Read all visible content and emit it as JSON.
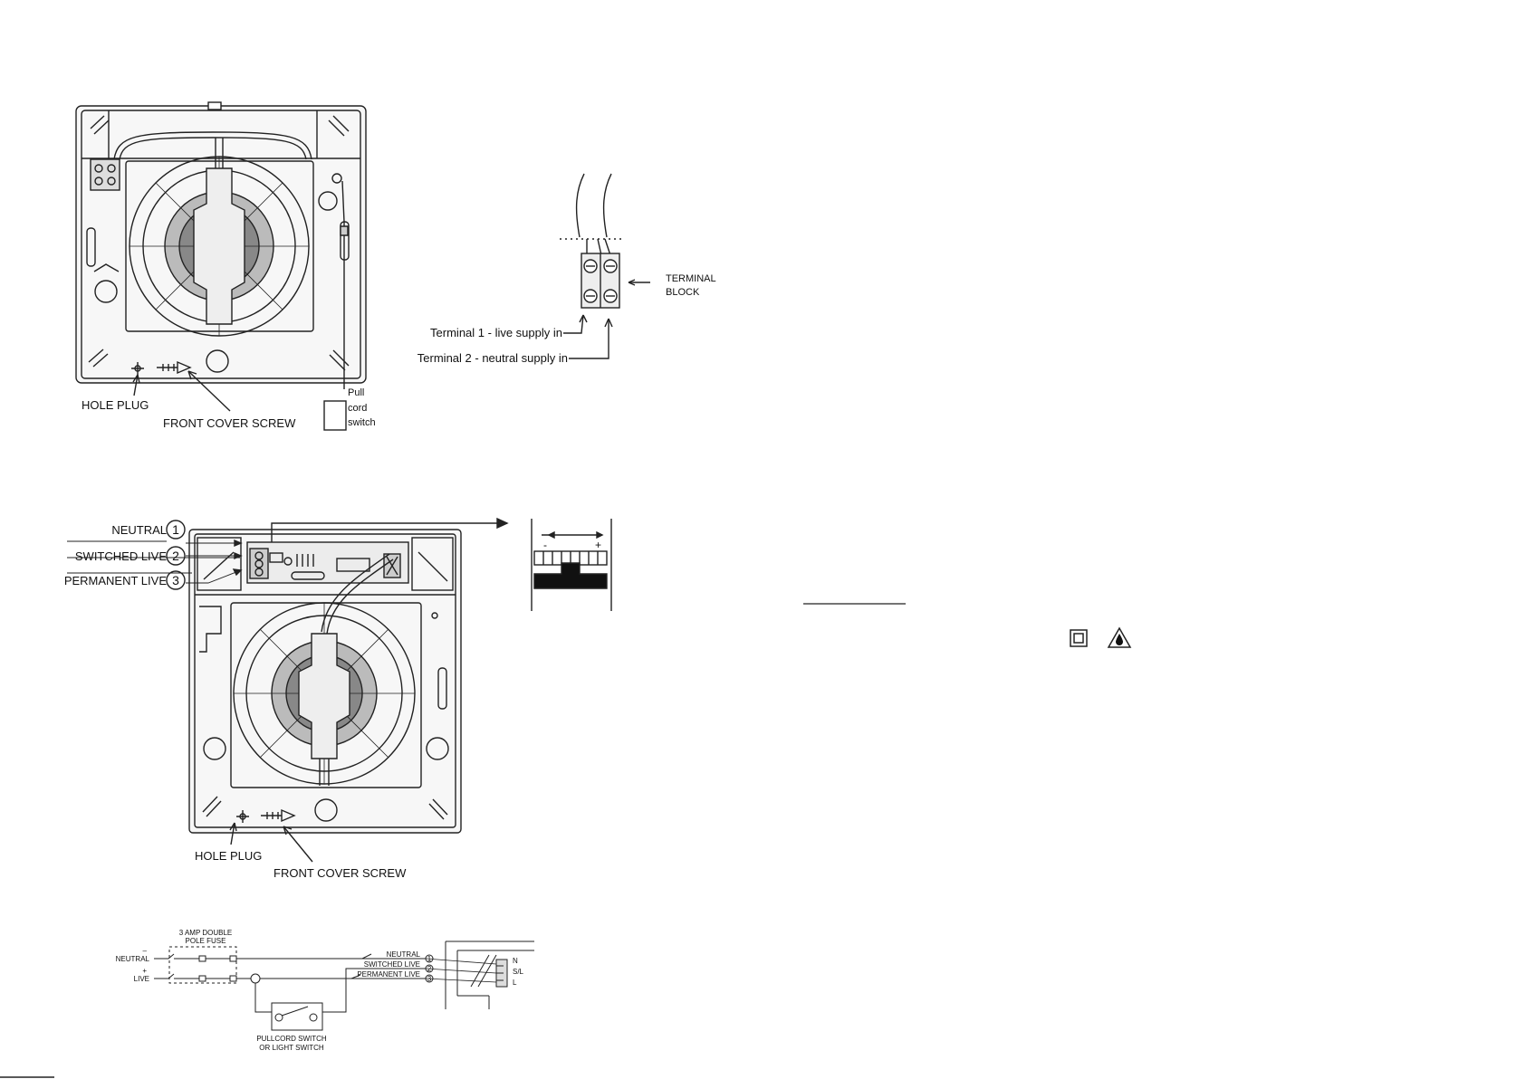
{
  "figure1": {
    "hole_plug": "HOLE PLUG",
    "front_cover_screw": "FRONT COVER SCREW",
    "pull": "Pull",
    "cord": "cord",
    "switch": "switch"
  },
  "figure2": {
    "terminal_block_line1": "TERMINAL",
    "terminal_block_line2": "BLOCK",
    "terminal1": "Terminal 1 - live supply in",
    "terminal2": "Terminal 2 - neutral supply in"
  },
  "figure3": {
    "neutral": "NEUTRAL",
    "switched_live": "SWITCHED LIVE",
    "permanent_live": "PERMANENT LIVE",
    "num1": "1",
    "num2": "2",
    "num3": "3",
    "hole_plug": "HOLE PLUG",
    "front_cover_screw": "FRONT COVER SCREW",
    "minus": "-",
    "plus": "+"
  },
  "figure4": {
    "fuse_line1": "3 AMP DOUBLE",
    "fuse_line2": "POLE FUSE",
    "neutral": "NEUTRAL",
    "live": "LIVE",
    "minus": "–",
    "plus": "+",
    "neutral_small": "NEUTRAL",
    "switched_live_small": "SWITCHED LIVE",
    "permanent_live_small": "PERMANENT LIVE",
    "n1": "1",
    "n2": "2",
    "n3": "3",
    "t_n": "N",
    "t_sl": "S/L",
    "t_l": "L",
    "switch_line1": "PULLCORD SWITCH",
    "switch_line2": "OR LIGHT SWITCH"
  },
  "icons": {
    "class2": "double-square-icon",
    "warning": "warning-drop-icon"
  }
}
